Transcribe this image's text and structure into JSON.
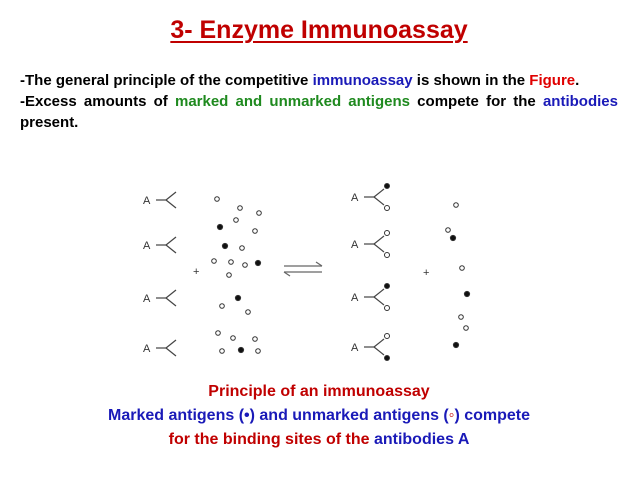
{
  "title": "3- Enzyme Immunoassay",
  "paragraph1": {
    "part1": "-The general principle of the competitive ",
    "highlight1": "immunoassay",
    "part2": " is shown in the ",
    "highlight2": "Figure",
    "part3": "."
  },
  "paragraph2": {
    "part1": "-Excess amounts of ",
    "highlight1": "marked and unmarked antigens",
    "part2": " compete for the ",
    "highlight2": "antibodies",
    "part3": " present."
  },
  "figure": {
    "antibody_label": "A",
    "plus_sign": "+"
  },
  "caption": {
    "heading": "Principle of an immunoassay",
    "line2_part1": "Marked antigens (•) and unmarked antigens (",
    "line2_symbol": "◦",
    "line2_part2": ") compete",
    "line3_part1": "for the binding sites of the ",
    "line3_highlight": "antibodies A"
  },
  "colors": {
    "title": "#c00000",
    "blue": "#1a1ab8",
    "red": "#e00000",
    "green": "#1f8a1f"
  }
}
